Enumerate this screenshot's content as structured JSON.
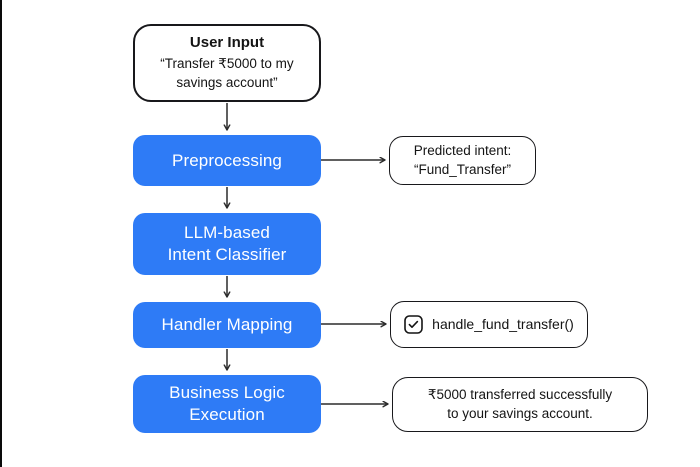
{
  "nodes": {
    "user_input": {
      "title": "User Input",
      "lines": [
        "“Transfer ₹5000 to my",
        "savings account”"
      ]
    },
    "preprocessing": {
      "label": "Preprocessing"
    },
    "predicted_intent": {
      "lines": [
        "Predicted intent:",
        "“Fund_Transfer”"
      ]
    },
    "llm_classifier": {
      "lines": [
        "LLM-based",
        "Intent Classifier"
      ]
    },
    "handler_mapping": {
      "label": "Handler Mapping"
    },
    "handler_output": {
      "icon": "checkbox-icon",
      "label": "handle_fund_transfer()"
    },
    "business_logic": {
      "lines": [
        "Business Logic",
        "Execution"
      ]
    },
    "result": {
      "lines": [
        "₹5000 transferred successfully",
        "to your savings account."
      ]
    }
  },
  "colors": {
    "process_fill": "#2e7bf6",
    "process_text": "#ffffff",
    "box_border": "#18181b",
    "arrow": "#2b2b2b",
    "background": "#ffffff"
  }
}
